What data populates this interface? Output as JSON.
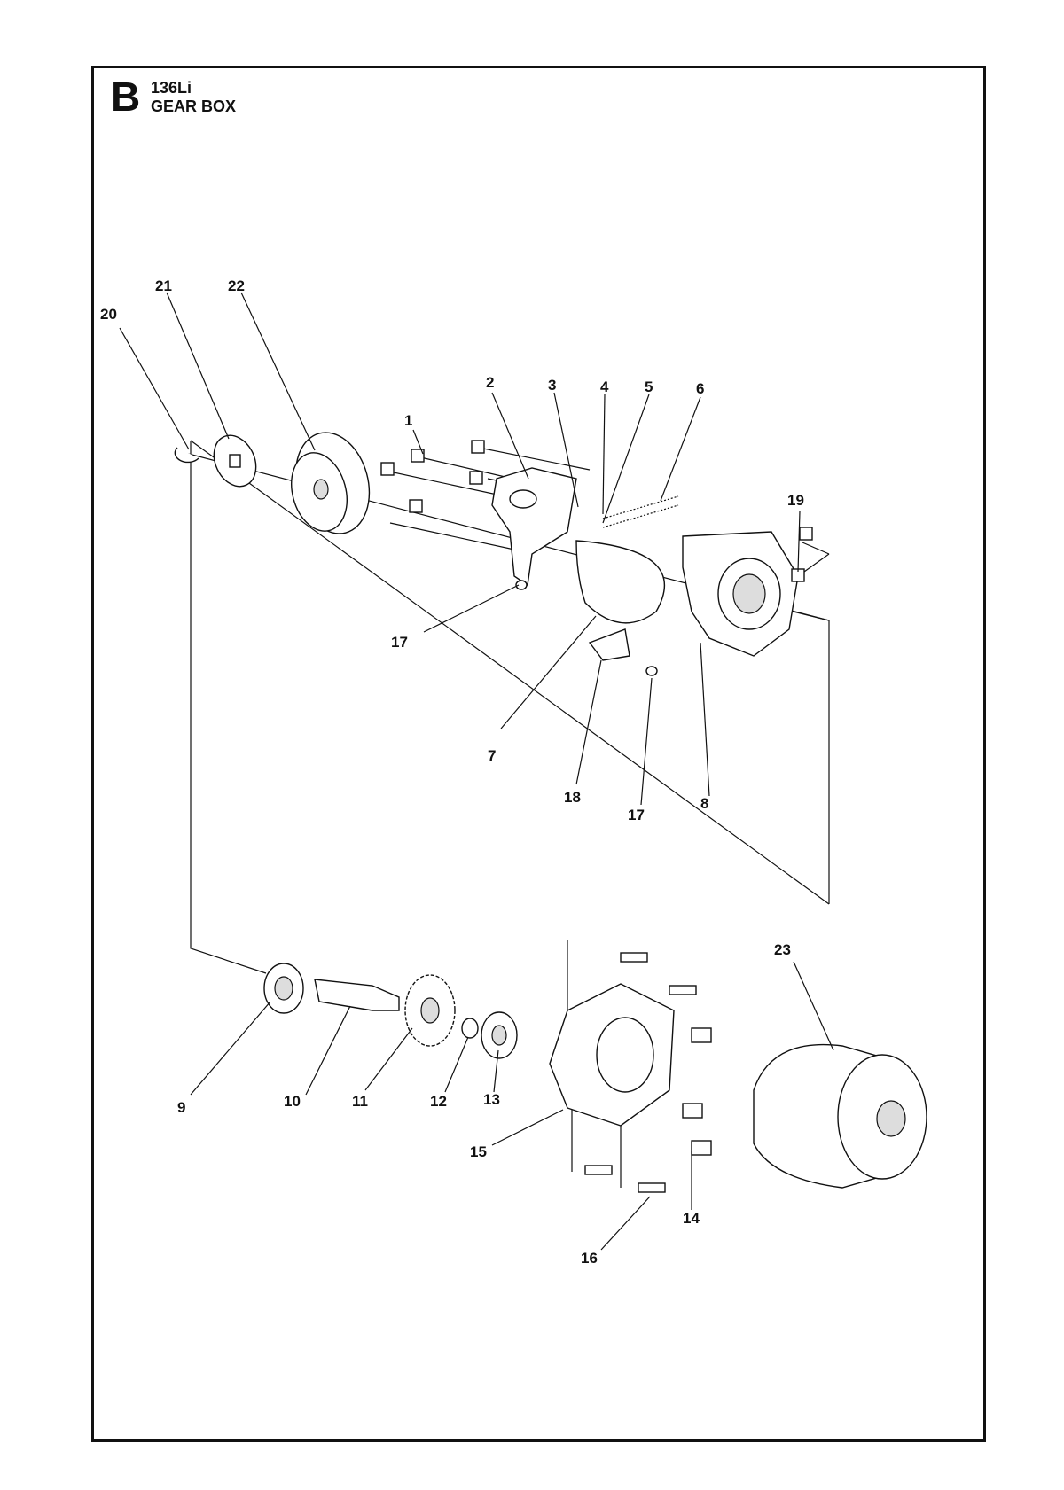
{
  "header": {
    "section_letter": "B",
    "model": "136Li",
    "title": "GEAR BOX"
  },
  "callouts": [
    {
      "id": "c1",
      "label": "1"
    },
    {
      "id": "c2",
      "label": "2"
    },
    {
      "id": "c3",
      "label": "3"
    },
    {
      "id": "c4",
      "label": "4"
    },
    {
      "id": "c5",
      "label": "5"
    },
    {
      "id": "c6",
      "label": "6"
    },
    {
      "id": "c7",
      "label": "7"
    },
    {
      "id": "c8",
      "label": "8"
    },
    {
      "id": "c9",
      "label": "9"
    },
    {
      "id": "c10",
      "label": "10"
    },
    {
      "id": "c11",
      "label": "11"
    },
    {
      "id": "c12",
      "label": "12"
    },
    {
      "id": "c13",
      "label": "13"
    },
    {
      "id": "c14",
      "label": "14"
    },
    {
      "id": "c15",
      "label": "15"
    },
    {
      "id": "c16",
      "label": "16"
    },
    {
      "id": "c17a",
      "label": "17"
    },
    {
      "id": "c17b",
      "label": "17"
    },
    {
      "id": "c18",
      "label": "18"
    },
    {
      "id": "c19",
      "label": "19"
    },
    {
      "id": "c20",
      "label": "20"
    },
    {
      "id": "c21",
      "label": "21"
    },
    {
      "id": "c22",
      "label": "22"
    },
    {
      "id": "c23",
      "label": "23"
    }
  ]
}
